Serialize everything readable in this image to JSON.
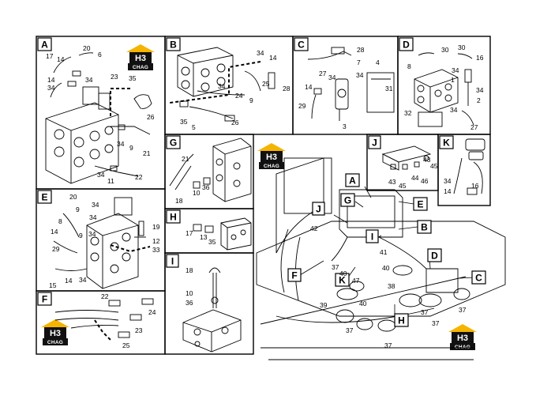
{
  "logo": {
    "mark": "H3",
    "word": "CHAG",
    "colors": {
      "roof": "#f5b400",
      "plate": "#111111"
    }
  },
  "panels": [
    {
      "letter": "A",
      "numbers": [
        "17",
        "14",
        "20",
        "6",
        "14",
        "34",
        "34",
        "23",
        "35",
        "26",
        "34",
        "9",
        "21",
        "34",
        "11",
        "22"
      ]
    },
    {
      "letter": "B",
      "numbers": [
        "34",
        "14",
        "34",
        "9",
        "24",
        "25",
        "28",
        "35",
        "5",
        "26"
      ]
    },
    {
      "letter": "C",
      "numbers": [
        "28",
        "7",
        "27",
        "34",
        "34",
        "14",
        "29",
        "3",
        "4",
        "31"
      ]
    },
    {
      "letter": "D",
      "numbers": [
        "30",
        "30",
        "16",
        "8",
        "34",
        "1",
        "34",
        "2",
        "32",
        "34",
        "27"
      ]
    },
    {
      "letter": "E",
      "numbers": [
        "20",
        "8",
        "9",
        "34",
        "34",
        "19",
        "14",
        "29",
        "9",
        "34",
        "12",
        "33",
        "15",
        "14",
        "34"
      ]
    },
    {
      "letter": "F",
      "numbers": [
        "22",
        "24",
        "23",
        "25"
      ]
    },
    {
      "letter": "G",
      "numbers": [
        "21",
        "18",
        "10",
        "36"
      ]
    },
    {
      "letter": "H",
      "numbers": [
        "17",
        "13",
        "35"
      ]
    },
    {
      "letter": "I",
      "numbers": [
        "18",
        "10",
        "36"
      ]
    },
    {
      "letter": "J",
      "numbers": [
        "43",
        "45",
        "43",
        "45",
        "44",
        "46"
      ]
    },
    {
      "letter": "K",
      "numbers": [
        "34",
        "14",
        "16"
      ]
    }
  ],
  "main_view": {
    "tags": [
      "A",
      "G",
      "J",
      "E",
      "B",
      "I",
      "F",
      "K",
      "D",
      "C",
      "H"
    ],
    "numbers": [
      "42",
      "41",
      "37",
      "40",
      "47",
      "40",
      "38",
      "39",
      "40",
      "37",
      "37",
      "37",
      "37",
      "37"
    ]
  }
}
